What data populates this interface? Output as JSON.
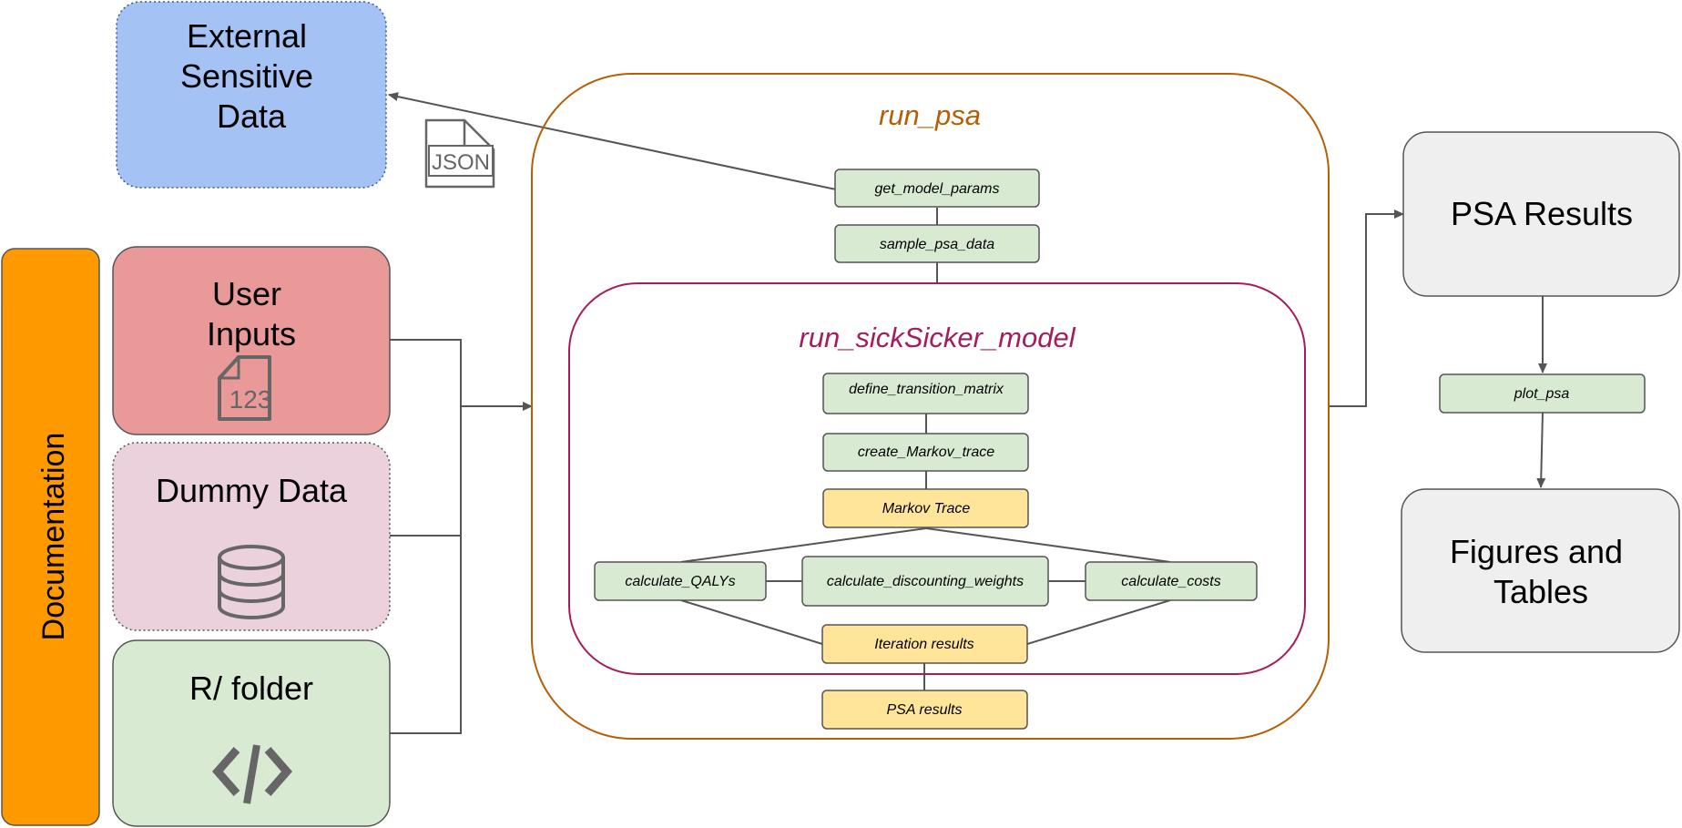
{
  "colors": {
    "documentation": "#ff9900",
    "external_data": "#a4c2f4",
    "user_inputs": "#ea9999",
    "dummy_data": "#ead1dc",
    "r_folder": "#d9ead3",
    "function_box": "#d9ead3",
    "result_box": "#ffe599",
    "output_box": "#efefef",
    "run_psa": "#b45f06",
    "run_sicksicker": "#a61c5c",
    "connector": "#555555",
    "icon": "#666666"
  },
  "documentation": {
    "label": "Documentation"
  },
  "inputs": {
    "external": [
      "External",
      "Sensitive",
      "Data"
    ],
    "user": [
      "User",
      "Inputs"
    ],
    "dummy": [
      "Dummy Data"
    ],
    "rfolder": [
      "R/ folder"
    ]
  },
  "icons": {
    "json": "JSON",
    "numbers": "123"
  },
  "run_psa": {
    "title": "run_psa",
    "get_params": "get_model_params",
    "sample": "sample_psa_data",
    "psa_results": "PSA results"
  },
  "run_model": {
    "title": "run_sickSicker_model",
    "define_tm": "define_transition_matrix",
    "create_trace": "create_Markov_trace",
    "markov_trace": "Markov Trace",
    "qalys": "calculate_QALYs",
    "disc_weights": "calculate_discounting_weights",
    "costs": "calculate_costs",
    "iteration": "Iteration results"
  },
  "outputs": {
    "psa_results": [
      "PSA Results"
    ],
    "plot_psa": "plot_psa",
    "figures": [
      "Figures and",
      "Tables"
    ]
  }
}
